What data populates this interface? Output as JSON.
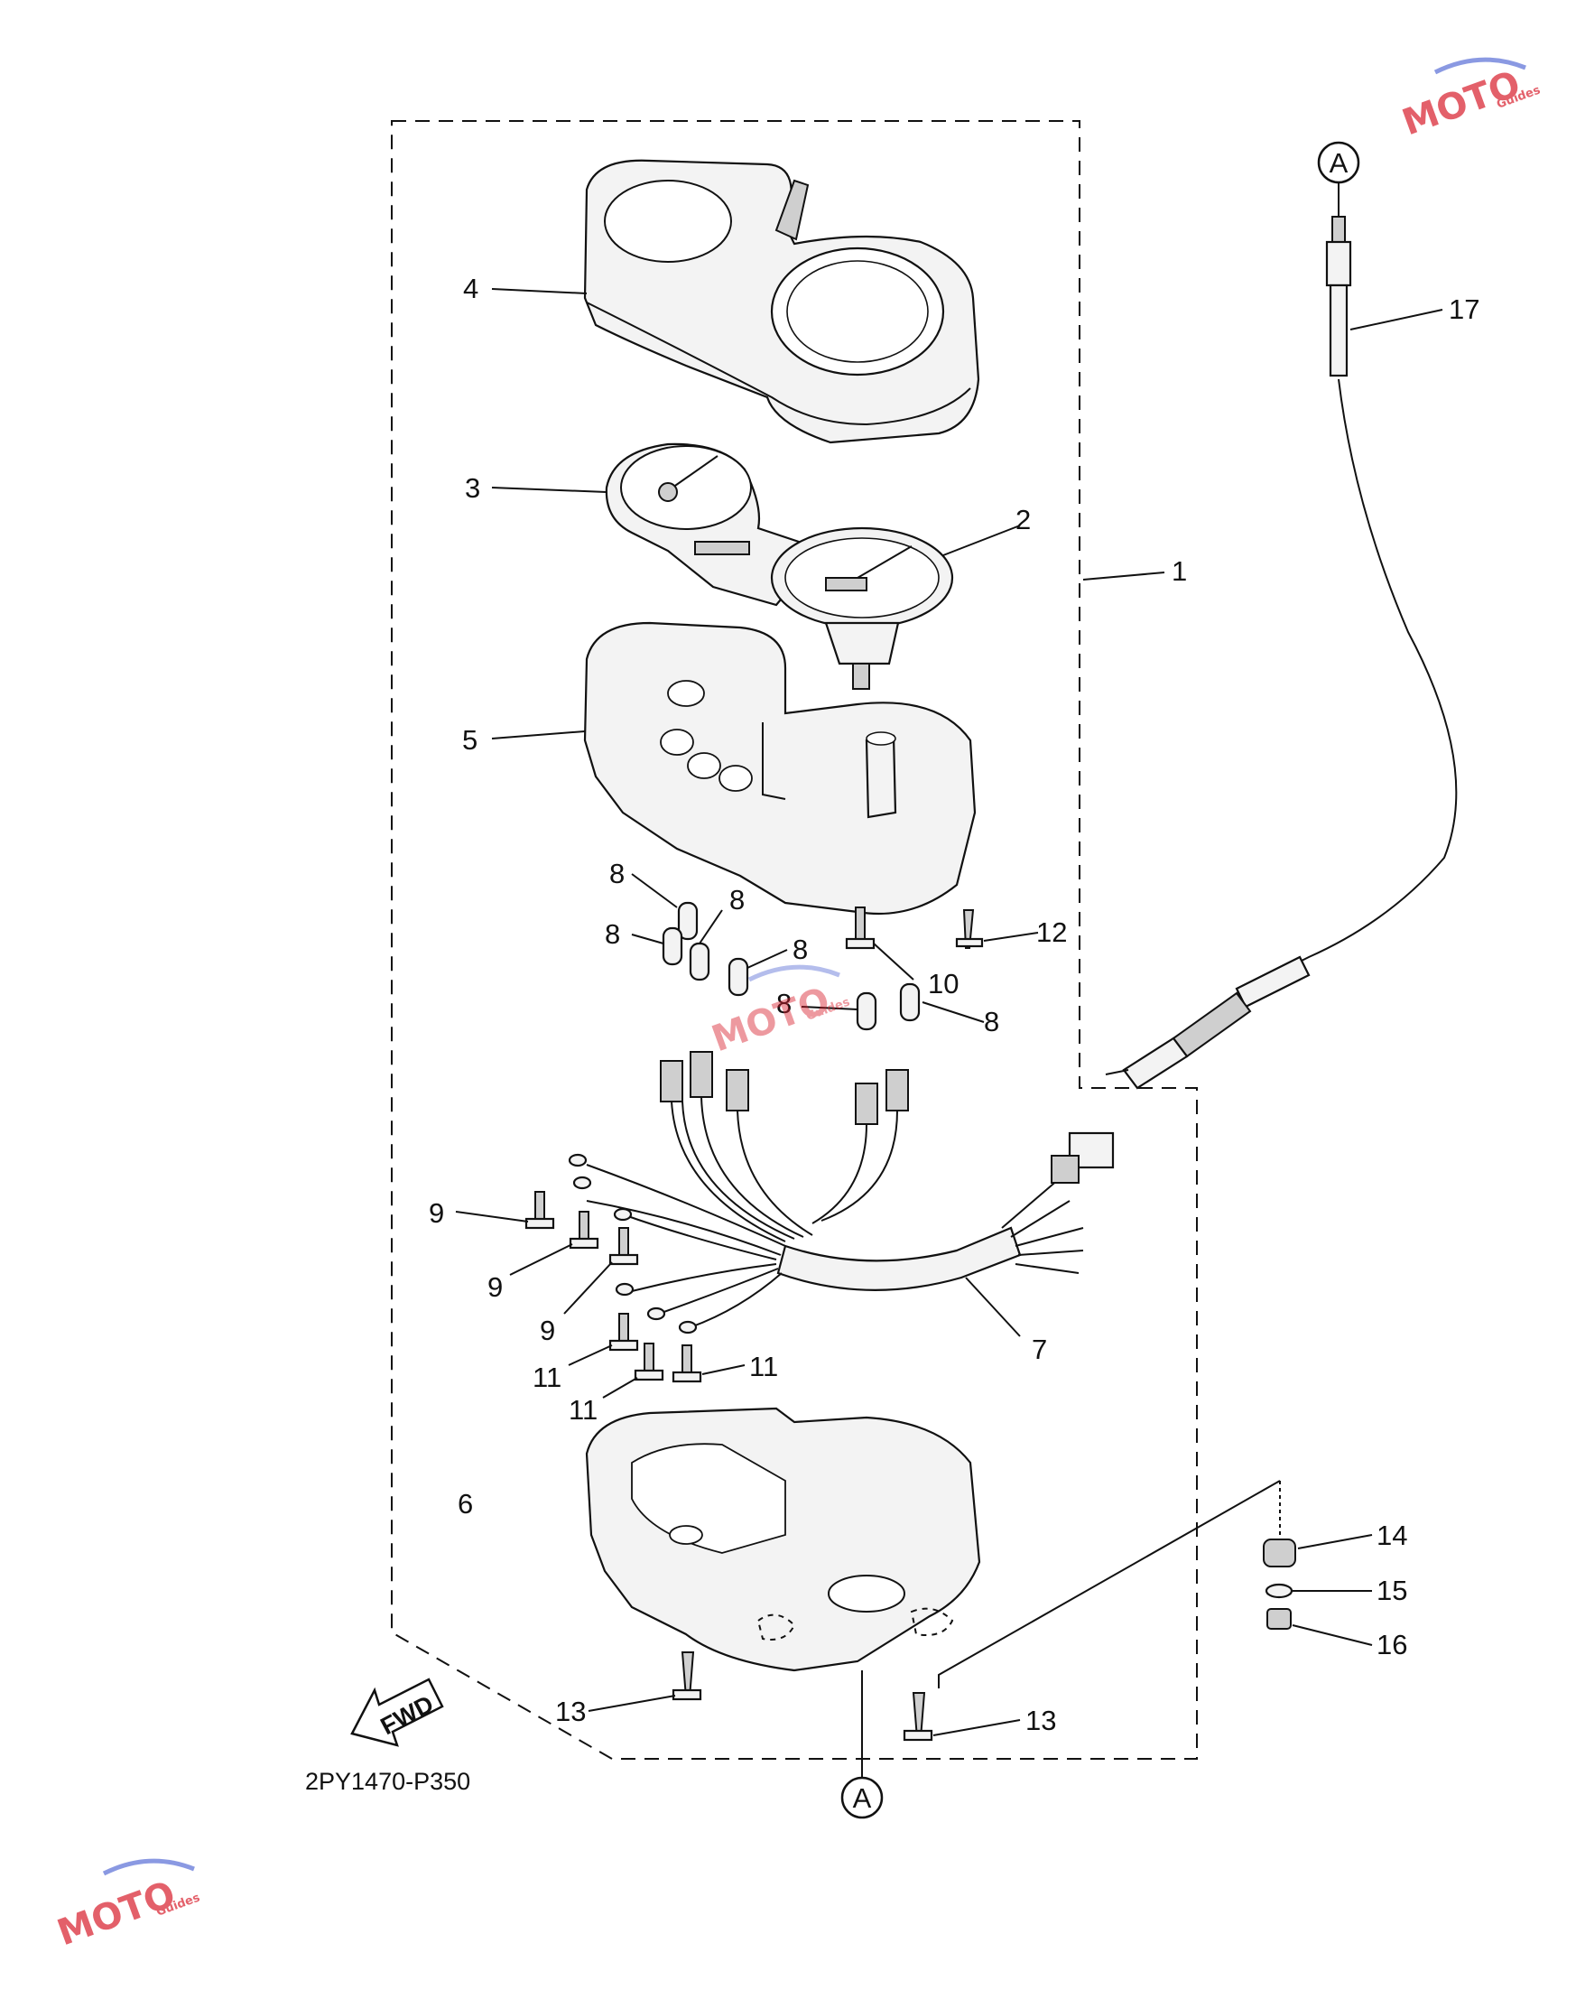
{
  "diagram_code": "2PY1470-P350",
  "fwd_label": "FWD",
  "ref_marker": "A",
  "watermark": {
    "brand": "MOTO",
    "sub": "Guides",
    "color_red": "#d81e2c",
    "color_blue": "#5a6fd6"
  },
  "callouts": [
    {
      "id": "1",
      "text": "1"
    },
    {
      "id": "2",
      "text": "2"
    },
    {
      "id": "3",
      "text": "3"
    },
    {
      "id": "4",
      "text": "4"
    },
    {
      "id": "5",
      "text": "5"
    },
    {
      "id": "6",
      "text": "6"
    },
    {
      "id": "7",
      "text": "7"
    },
    {
      "id": "8a",
      "text": "8"
    },
    {
      "id": "8b",
      "text": "8"
    },
    {
      "id": "8c",
      "text": "8"
    },
    {
      "id": "8d",
      "text": "8"
    },
    {
      "id": "8e",
      "text": "8"
    },
    {
      "id": "8f",
      "text": "8"
    },
    {
      "id": "9a",
      "text": "9"
    },
    {
      "id": "9b",
      "text": "9"
    },
    {
      "id": "9c",
      "text": "9"
    },
    {
      "id": "10",
      "text": "10"
    },
    {
      "id": "11a",
      "text": "11"
    },
    {
      "id": "11b",
      "text": "11"
    },
    {
      "id": "11c",
      "text": "11"
    },
    {
      "id": "12",
      "text": "12"
    },
    {
      "id": "13a",
      "text": "13"
    },
    {
      "id": "13b",
      "text": "13"
    },
    {
      "id": "14",
      "text": "14"
    },
    {
      "id": "15",
      "text": "15"
    },
    {
      "id": "16",
      "text": "16"
    },
    {
      "id": "17",
      "text": "17"
    }
  ]
}
